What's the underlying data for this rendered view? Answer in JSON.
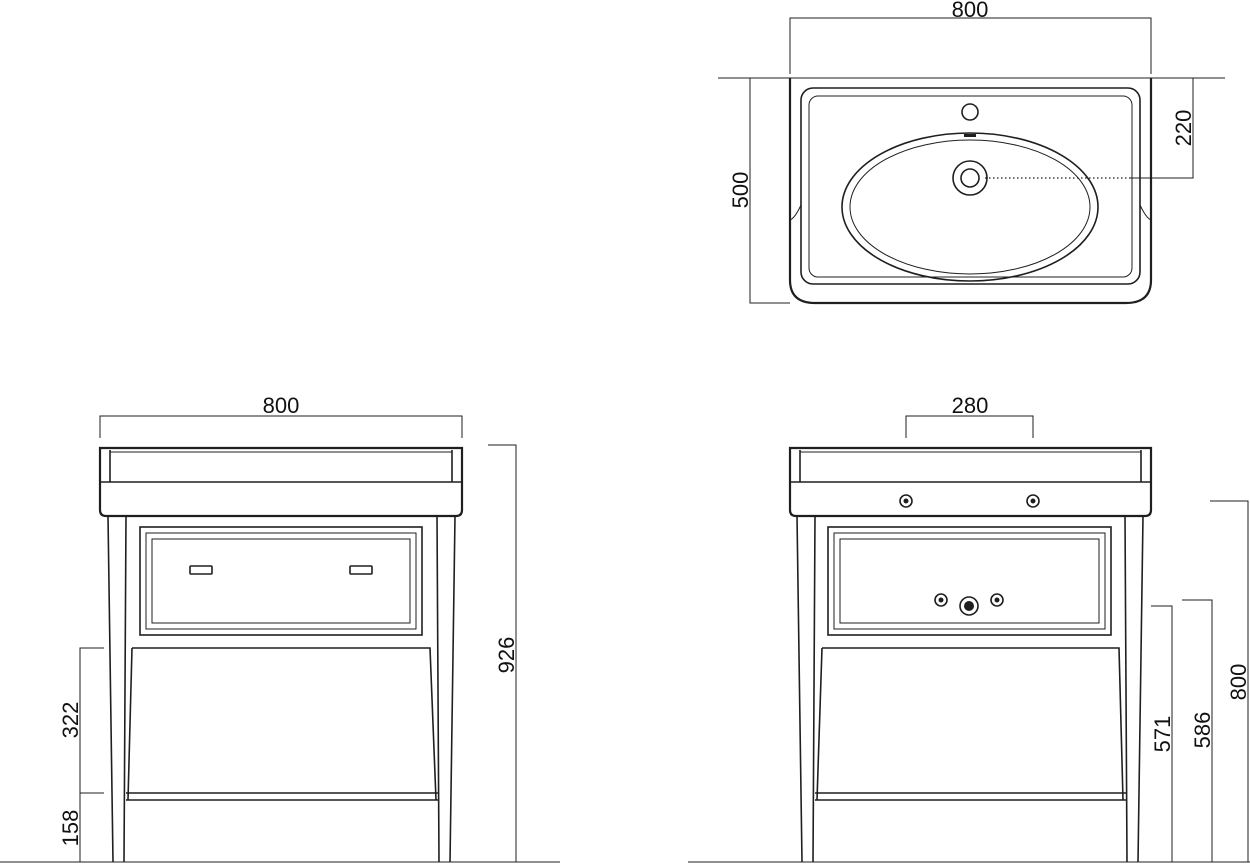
{
  "top_view": {
    "width_label": "800",
    "depth_label": "500",
    "tap_offset_label": "220"
  },
  "front_view": {
    "width_label": "800",
    "height_label": "926",
    "apron_label": "322",
    "shelf_label": "158"
  },
  "back_view": {
    "tap_spacing_label": "280",
    "height_a_label": "571",
    "height_b_label": "586",
    "height_c_label": "800"
  },
  "colors": {
    "line": "#1f1f1f",
    "background": "#ffffff"
  }
}
